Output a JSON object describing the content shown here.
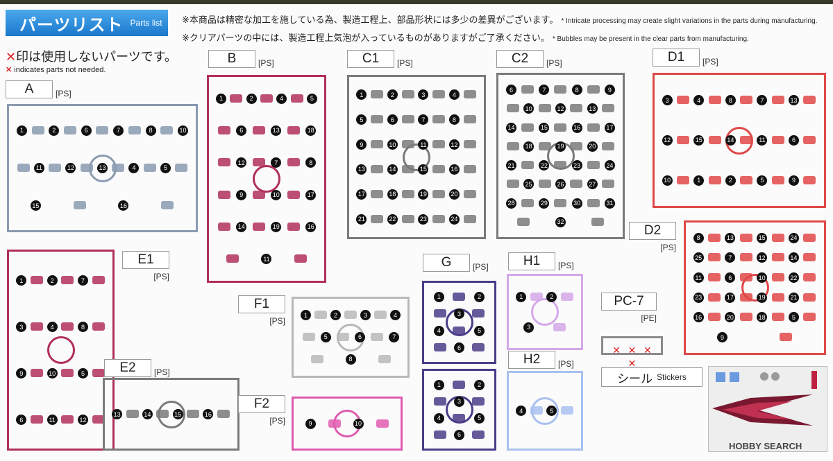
{
  "header": {
    "title_jp": "パーツリスト",
    "title_en": "Parts list",
    "note1_jp": "※本商品は精密な加工を施している為、製造工程上、部品形状には多少の差異がございます。",
    "note1_en": "* Intricate processing may create slight variations in the parts during manufacturing.",
    "note2_jp": "※クリアパーツの中には、製造工程上気泡が入っているものがありますがご了承ください。",
    "note2_en": "* Bubbles may be present in the clear parts from manufacturing.",
    "x_mark": "✕",
    "x_note_jp": "印は使用しないパーツです。",
    "x_note_en": "indicates parts not needed."
  },
  "runners": [
    {
      "id": "A",
      "material": "[PS]",
      "color": "#8a9ab0",
      "parts": [
        "1",
        "2",
        "6",
        "7",
        "8",
        "10",
        "11",
        "12",
        "13",
        "4",
        "5",
        "15",
        "16"
      ]
    },
    {
      "id": "B",
      "material": "[PS]",
      "color": "#b0305a",
      "parts": [
        "1",
        "2",
        "4",
        "5",
        "6",
        "13",
        "18",
        "12",
        "7",
        "8",
        "9",
        "10",
        "17",
        "14",
        "19",
        "16",
        "11"
      ]
    },
    {
      "id": "C1",
      "material": "[PS]",
      "color": "#7a7a7a",
      "parts": [
        "1",
        "2",
        "3",
        "4",
        "5",
        "6",
        "7",
        "8",
        "9",
        "10",
        "11",
        "12",
        "13",
        "14",
        "15",
        "16",
        "17",
        "18",
        "19",
        "20",
        "21",
        "22",
        "23",
        "24"
      ]
    },
    {
      "id": "C2",
      "material": "[PS]",
      "color": "#7a7a7a",
      "parts": [
        "6",
        "7",
        "8",
        "9",
        "10",
        "12",
        "13",
        "14",
        "15",
        "16",
        "17",
        "18",
        "19",
        "20",
        "21",
        "22",
        "23",
        "24",
        "25",
        "26",
        "27",
        "28",
        "29",
        "30",
        "31",
        "32"
      ]
    },
    {
      "id": "D1",
      "material": "[PS]",
      "color": "#e04848",
      "parts": [
        "3",
        "4",
        "8",
        "7",
        "13",
        "12",
        "15",
        "14",
        "11",
        "6",
        "10",
        "1",
        "2",
        "5",
        "9"
      ]
    },
    {
      "id": "D2",
      "material": "[PS]",
      "color": "#e04848",
      "parts": [
        "8",
        "13",
        "15",
        "24",
        "25",
        "7",
        "12",
        "14",
        "11",
        "6",
        "10",
        "22",
        "23",
        "17",
        "19",
        "21",
        "16",
        "20",
        "18",
        "5",
        "9"
      ]
    },
    {
      "id": "E1",
      "material": "[PS]",
      "color": "#b0305a",
      "parts": [
        "1",
        "2",
        "7",
        "3",
        "4",
        "8",
        "9",
        "10",
        "5",
        "6",
        "11",
        "12"
      ]
    },
    {
      "id": "E2",
      "material": "[PS]",
      "color": "#7a7a7a",
      "parts": [
        "13",
        "14",
        "15",
        "16"
      ]
    },
    {
      "id": "F1",
      "material": "[PS]",
      "color": "#b8b8b8",
      "parts": [
        "1",
        "2",
        "3",
        "4",
        "5",
        "6",
        "7",
        "8"
      ]
    },
    {
      "id": "F2",
      "material": "[PS]",
      "color": "#e05cb0",
      "parts": [
        "9",
        "10"
      ]
    },
    {
      "id": "G",
      "material": "[PS]",
      "color": "#4a3c88",
      "parts": [
        "1",
        "2",
        "3",
        "4",
        "5",
        "6"
      ]
    },
    {
      "id": "G",
      "material": "",
      "color": "#4a3c88",
      "parts": [
        "1",
        "2",
        "3",
        "4",
        "5",
        "6"
      ]
    },
    {
      "id": "H1",
      "material": "[PS]",
      "color": "#d4a8e8",
      "parts": [
        "1",
        "2",
        "3"
      ]
    },
    {
      "id": "H2",
      "material": "[PS]",
      "color": "#a8c0f0",
      "parts": [
        "4",
        "5"
      ]
    },
    {
      "id": "PC-7",
      "material": "[PE]",
      "color": "#8a8a8a",
      "parts": [
        "✕",
        "✕",
        "✕",
        "✕"
      ]
    }
  ],
  "stickers": {
    "label_jp": "シール",
    "label_en": "Stickers"
  },
  "watermark": "HOBBY SEARCH",
  "colors": {
    "banner": "#1b78cc",
    "x_mark": "#e02020"
  }
}
